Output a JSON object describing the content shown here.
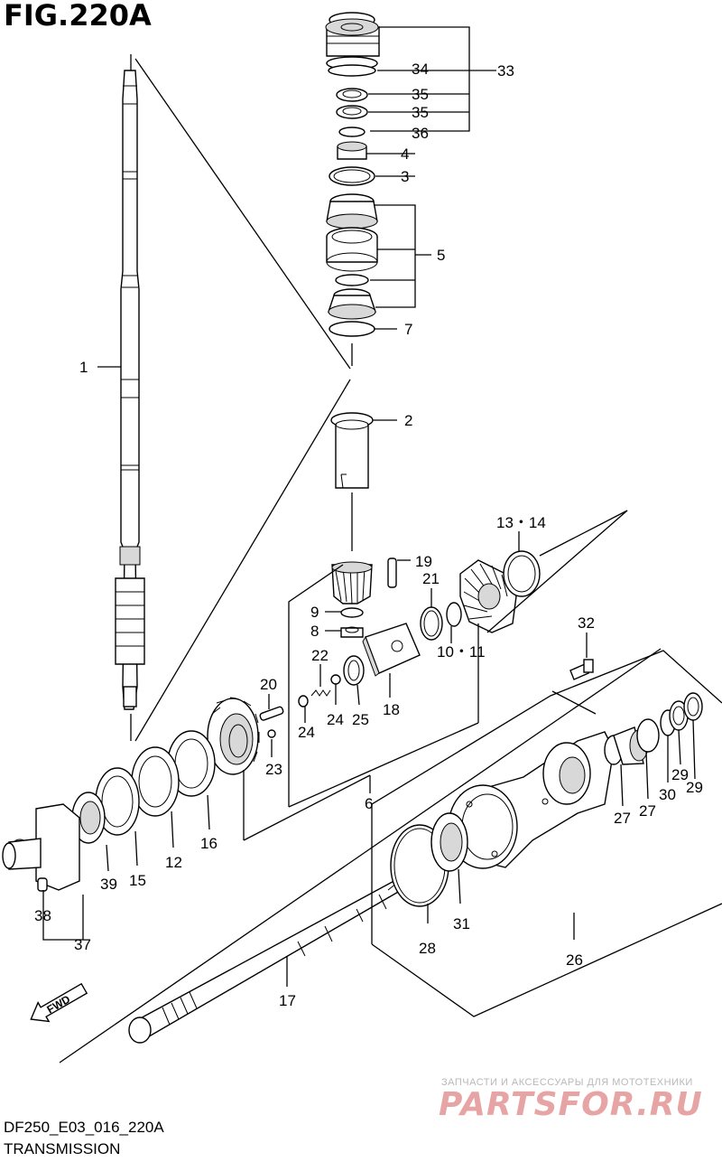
{
  "header": {
    "title": "FIG.220A"
  },
  "footer": {
    "code": "DF250_E03_016_220A",
    "name": "TRANSMISSION"
  },
  "watermark": {
    "tagline": "ЗАПЧАСТИ И АКСЕССУАРЫ ДЛЯ МОТОТЕХНИКИ",
    "logo": "PARTSFOR.RU",
    "color": "#e6a4a4"
  },
  "labels": {
    "p1": "1",
    "p2": "2",
    "p3": "3",
    "p4": "4",
    "p5": "5",
    "p6": "6",
    "p7": "7",
    "p8": "8",
    "p9": "9",
    "p10_11": "10・11",
    "p12": "12",
    "p13_14": "13・14",
    "p15": "15",
    "p16": "16",
    "p17": "17",
    "p18": "18",
    "p19": "19",
    "p20": "20",
    "p21": "21",
    "p22": "22",
    "p23": "23",
    "p24a": "24",
    "p24b": "24",
    "p25": "25",
    "p26": "26",
    "p27a": "27",
    "p27b": "27",
    "p28": "28",
    "p29a": "29",
    "p29b": "29",
    "p30": "30",
    "p31": "31",
    "p32": "32",
    "p33": "33",
    "p34": "34",
    "p35a": "35",
    "p35b": "35",
    "p36": "36",
    "p37": "37",
    "p38": "38",
    "p39": "39"
  },
  "fwd_arrow": {
    "label": "FWD"
  }
}
